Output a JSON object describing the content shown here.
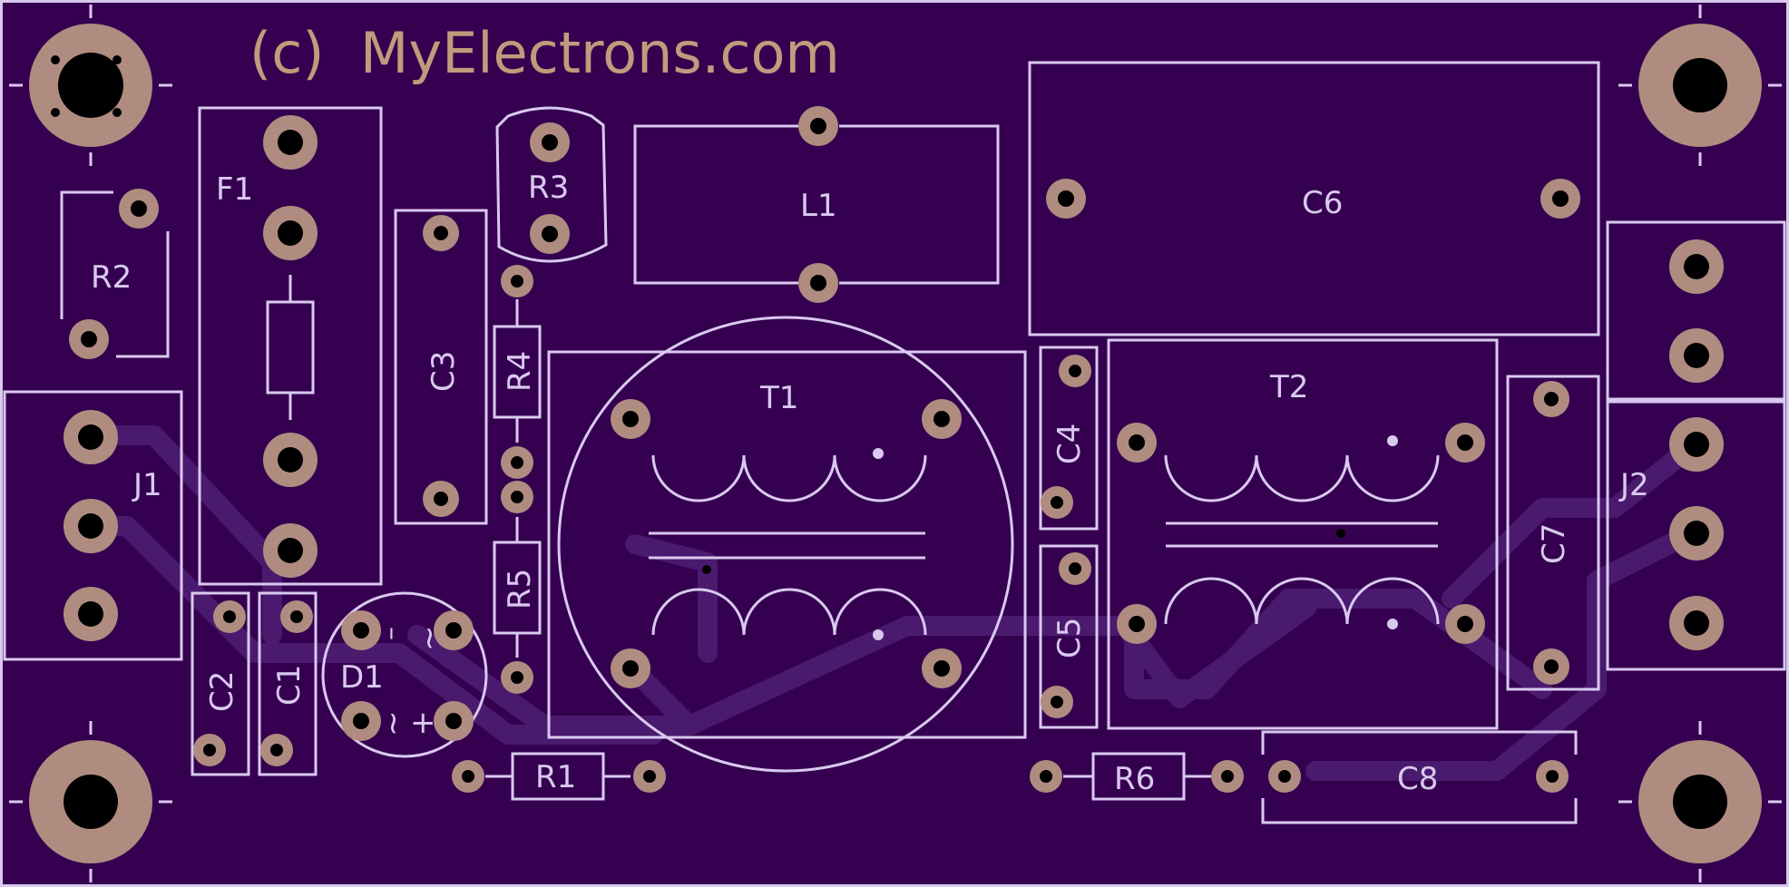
{
  "colors": {
    "board": "#35004f",
    "trace": "#4a1a6e",
    "silk": "#d9c9f0",
    "copper": "#b08c80",
    "hole": "#000000",
    "brand": "#c49a7c"
  },
  "brand": "(c)  MyElectrons.com",
  "labels": {
    "f1": "F1",
    "r2": "R2",
    "r3": "R3",
    "l1": "L1",
    "c6": "C6",
    "c3": "C3",
    "r4": "R4",
    "t1": "T1",
    "t2": "T2",
    "c4": "C4",
    "j1": "J1",
    "j2": "J2",
    "c7": "C7",
    "r5": "R5",
    "c5": "C5",
    "c2": "C2",
    "c1": "C1",
    "d1": "D1",
    "d1_minus": "–",
    "d1_ac1": "~",
    "d1_ac2": "~",
    "d1_plus": "+",
    "r1": "R1",
    "r6": "R6",
    "c8": "C8"
  },
  "mounting_holes": [
    "top-left",
    "top-right",
    "bottom-left",
    "bottom-right"
  ]
}
